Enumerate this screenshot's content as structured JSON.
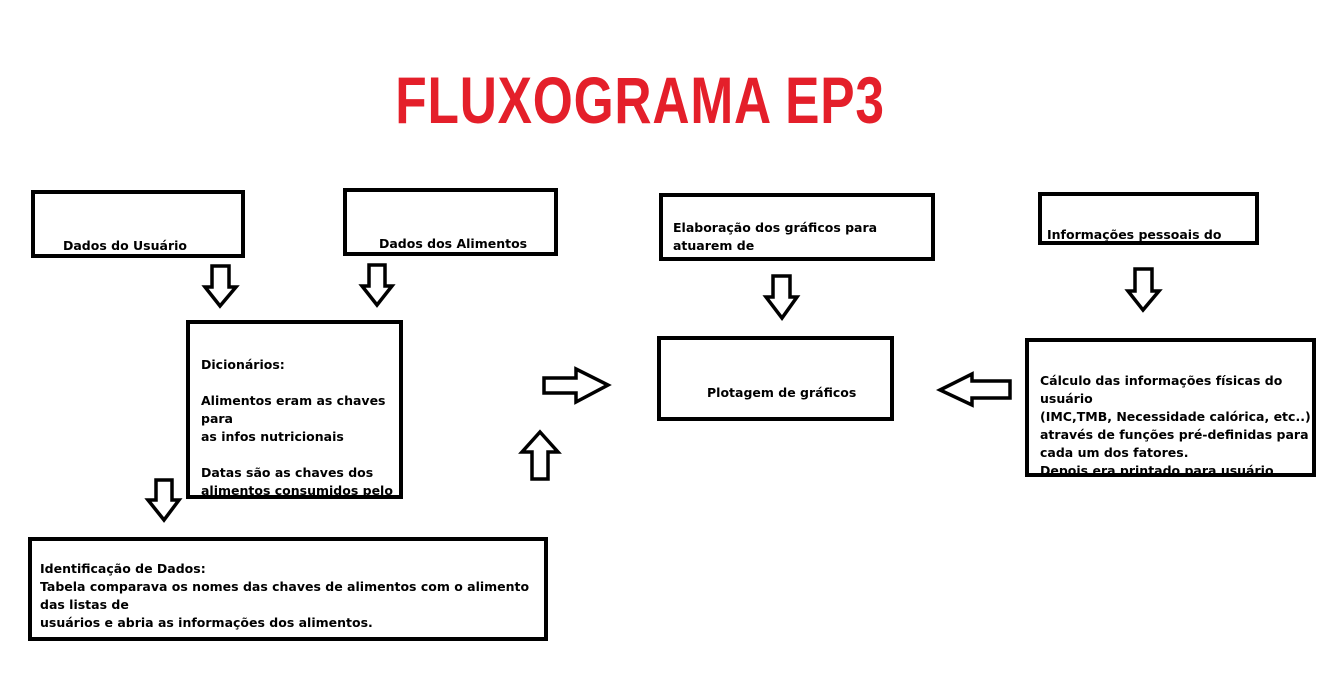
{
  "title": "FLUXOGRAMA EP3",
  "colors": {
    "title": "#e41f2a",
    "stroke": "#000000",
    "background": "#ffffff"
  },
  "boxes": {
    "dados_usuario": "Dados do Usuário",
    "dados_alimentos": "Dados dos Alimentos",
    "elaboracao_graficos": "Elaboração dos gráficos para atuarem de\nforma comparativa de valores, com barras\npostas lado-a-lado.",
    "informacoes_pessoais": "Informações pessoais do usuário",
    "dicionarios": "Dicionários:\n\nAlimentos eram as chaves para\nas infos nutricionais\n\nDatas são as chaves dos\nalimentos consumidos pelo\nusuário e as quantidades",
    "plotagem": "Plotagem de gráficos",
    "calculo": "Cálculo das informações físicas do usuário\n(IMC,TMB, Necessidade calórica, etc..)\natravés de funções pré-definidas para\ncada um dos fatores.\nDepois era printado para usuário estas\ninformações.",
    "identificacao": "Identificação de Dados:\nTabela comparava os nomes das chaves de alimentos com o alimento das listas de\nusuários e abria as informações dos alimentos.\n\nEram calculadas as quantidades de nutrientes consumidas pelo usuário."
  }
}
